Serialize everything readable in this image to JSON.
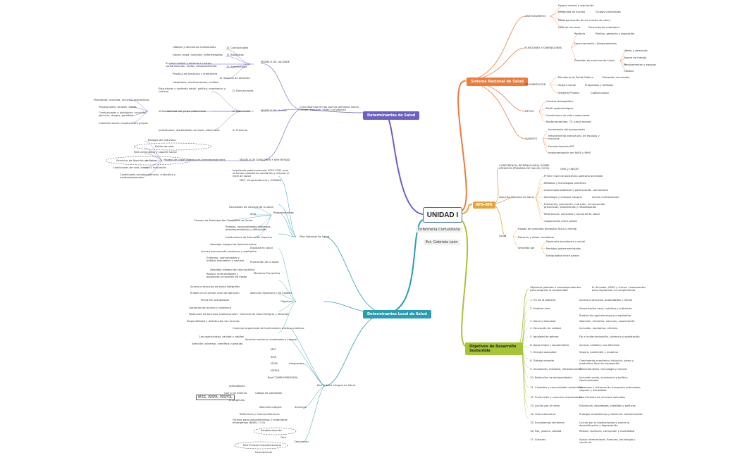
{
  "center": {
    "title": "UNIDAD I",
    "subtitle1": "Enfermería Comunitaria",
    "subtitle2": "Est. Gabriela León"
  },
  "branches": {
    "determinantes": "Determinantes de Salud",
    "sistema": "Sistema Nacional de Salud",
    "aps": "APS-ATA",
    "local": "Determinantes Local de Salud",
    "ods": "Objetivos de Desarrollo Sostenible"
  },
  "det": {
    "def": "Circunstancias en las que las personas nacen, crecen, trabajan, viven y envejecen",
    "lalonde": "MODELO DE LALONDE",
    "lal_items": [
      "Hábitos y decisiones individuales",
      "Genes, edad, nutrición, enfermedades",
      "Es poco control y entorno a cuerpo: contaminación, ruidos, desplazamiento",
      "Práctica de medicina y enfermería",
      "Hospitales, medicamentos, calidad"
    ],
    "lal_labels": [
      "D. Conductuales",
      "D. Biológicos",
      "D. Ambientales",
      "D. Servicio de Atención"
    ],
    "ops": "MODELO DE LA OPS",
    "ops_items": [
      "Estructuras y contexto social, político, económico y cultural",
      "D. Estructurales",
      "Pilamiento: vivienda, recursos económicos",
      "Psicosociales: tensión, estrés",
      "Conductuales y biológicos: nutrición, ejercicio, drogas, genética",
      "Cohesión social: respeto entre grupos",
      "Vulnerabilidad del grupo poblacional",
      "D. Intermedio",
      "Individuales: morbilidades de base, edad, sexo",
      "D. Proximal"
    ],
    "dahlgren": "MODELO DE DAHLGREN Y WHITEHEAD",
    "dahl_def": "Modelo de capas jerárquicas interdependientes",
    "dahl_items": [
      "Biología del individuo",
      "Estilos de vida",
      "Red comunitaria y soporte social",
      "Servicios de Atención de Salud",
      "Condiciones de vida, trabajo y educación",
      "Condiciones socioeconómicas, culturales y medioambientales"
    ]
  },
  "sns": {
    "antecedentes": "ANTECEDENTES",
    "ant_items": [
      "Escaso control y regulación",
      "Inequidad de acceso",
      "Grupos vulnerables",
      "Desorganización de los niveles de salud",
      "Falta de recursos",
      "Descontenta ciudadana"
    ],
    "funciones": "FUNCIONES Y DIMENSIONES",
    "fun_items": [
      "Rectoría",
      "Político, gerencia y regulación",
      "Financiamiento / Aseguramiento",
      "Provisión de servicios de salud",
      "Oferta y demanda",
      "Fuerza de trabajo",
      "Medicamentos y equipos",
      "Calidad"
    ],
    "segmentacion": "SEGMENTACIÓN",
    "seg_items": [
      "Ministerio de Salud Pública",
      "Población vulnerable",
      "Seguro Social",
      "Empleados y afiliados",
      "Sistema Privado",
      "Capital propio"
    ],
    "retos": "RETOS",
    "ret_items": [
      "Cambio demográfico",
      "Perfil epidemiológico",
      "Condiciones de vida inadecuadas",
      "Morbimortalidad, TS, salud mental"
    ],
    "avances": "AVANCES",
    "av_items": [
      "Incremento del presupuesto",
      "Mejoramiento estructural, de equipos y recursos",
      "Fortalecimiento APS",
      "Implementación del MAIS y RIHS"
    ]
  },
  "aps": {
    "conf": "CONFERENCIA INTERNACIONAL SOBRE ATENCIÓN PRIMARIA DE SALUD (1978)",
    "conf_r": "OMS y UNICEF",
    "apt": "Atención Primaria de Salud",
    "apt_items": [
      "Primer nivel de asistencia sanitaria accesible",
      "Métodos y tecnologías prácticos",
      "Autorresponsabilidad y participación comunitaria",
      "Estrategia y enfoque integral",
      "Acción multisectorial",
      "Educación, promoción, nutrición, inmunización, prevención, tratamiento y rehabilitación",
      "Referencias, consultas y personal de salud",
      "Cooperación entre países"
    ],
    "salud": "Salud",
    "salud_items": [
      "Estado de completo bienestar físico y mental",
      "Derecho y deber ciudadano",
      "Afectada por",
      "Desarrollo económico y social",
      "Medidas gubernamentales",
      "Desigualdad entre países"
    ]
  },
  "local": {
    "pns": "Plan Nacional de Salud",
    "pns_items": [
      "Impulsado gubernamental 2022-2031 para enfrentar problemas sanitarios y mejorar el nivel de salud",
      "MSP, Vicepresidencia y CONASA",
      "Representantes",
      "Facultades de ciencias de la salud",
      "IESS",
      "Consejo de Participación Ciudadana de Salud",
      "Pueblos, nacionalidades indígenas, afrodescendientes y montubios",
      "Instituciones de Educación Superior"
    ],
    "obj": "Objetivos",
    "obj_items": [
      "Abordaje integral de determinantes",
      "Equidad en salud",
      "Acceso permanente, oportuno y equitativo",
      "Entornos, comunidades y hábitos saludables y seguros",
      "Promoción de la salud",
      "Abordaje integral de salud pública",
      "Reducir enfermedades y exposición a factores de riesgo",
      "Medicina Preventiva",
      "Acceso a servicios de salud integrales",
      "Énfasis en el primer nivel de atención",
      "Atención Oportuna y de Calidad",
      "Plena RIC actualizada",
      "Garantías de acceso y cobertura",
      "Reducción de barreras institucionales",
      "Gerencia de Salud Integral y Eficiente",
      "Disponibilidad y distribución de recursos"
    ],
    "rpis": "Red Pública Integral de Salud",
    "rpis_items": [
      "Conjunto organizado de instituciones médicas públicas",
      "Con oportunidad, calidad y calidez",
      "Servicio continuo, coordinado e integral",
      "Atención universal, científica y gratuita",
      "MSP",
      "IESS",
      "ISSFA",
      "ISSPOL",
      "Integrantes",
      "Red COMPLEMENTARIA",
      "IESS, ISSFA, ISSPOL",
      "Ambulatorio",
      "Con o sin externa",
      "Código de validación",
      "Emergencia",
      "Atención integral",
      "Servicios",
      "Referencia y Contrarreferencia",
      "Formas para procedimientos y estándares emergentes (NIVEL I Y II)",
      "Establecimiento",
      "Derivación",
      "Otro",
      "Red Privada Complementaria",
      "Internacional"
    ]
  },
  "ods": {
    "def": "Objetivos globales e interdependientes para asegurar la prosperidad",
    "def_r": "En Ecuador, MIRO y Futuro. Lineamientos para regularizar su cumplimiento",
    "items": [
      [
        "1. Fin de la pobreza",
        "Acceso a servicios, propiedades y tierras"
      ],
      [
        "2. Hambre cero",
        "Alimentación sana, nutritiva y suficiente"
      ],
      [
        "",
        "Producción agrícola segura y equitativa"
      ],
      [
        "3. Salud y bienestar",
        "Atención, medicina, vacunas, capacitación"
      ],
      [
        "4. Educación de calidad",
        "Inclusión, equitativa, efectiva"
      ],
      [
        "5. Igualdad de género",
        "Fin a la discriminación, violencia y explotación"
      ],
      [
        "6. Agua limpia y saneamiento",
        "Acceso, calidad y uso eficiente"
      ],
      [
        "7. Energía asequible",
        "Segura, sostenible y moderna"
      ],
      [
        "8. Trabajo decente",
        "Crecimiento económico inclusivo, pleno y productivo libre de explotación"
      ],
      [
        "9. Innovación, industria, infraestructura",
        "Financiamiento, tecnología y ciencia"
      ],
      [
        "10. Reducción de desigualdades",
        "Inclusión social, económica y política. Oportunidades"
      ],
      [
        "11. Ciudades y comunidades sostenibles",
        "Viviendas y sistemas de transporte adecuados, seguros y asequibles"
      ],
      [
        "12. Producción y consumo responsables",
        "Uso eficiente de recursos naturales"
      ],
      [
        "13. Acción por el clima",
        "Educación, estrategias, medidas y políticas"
      ],
      [
        "14. Vida submarina",
        "Proteger ecosistemas y disminuir contaminación"
      ],
      [
        "15. Ecosistemas terrestres",
        "Luchar por la biodiversidad y contra la desertificación y degradación"
      ],
      [
        "16. Paz, justicia, calidad",
        "Reducir violencia, corrupción y mortalidad"
      ],
      [
        "17. Alianzas",
        "Apoyo internacional, finanzas, tecnología y comercio"
      ]
    ]
  },
  "colors": {
    "purple": "#6b5fc4",
    "orange": "#f07a3c",
    "gold": "#e8a23a",
    "teal": "#2a9db0",
    "green": "#a6c437"
  }
}
